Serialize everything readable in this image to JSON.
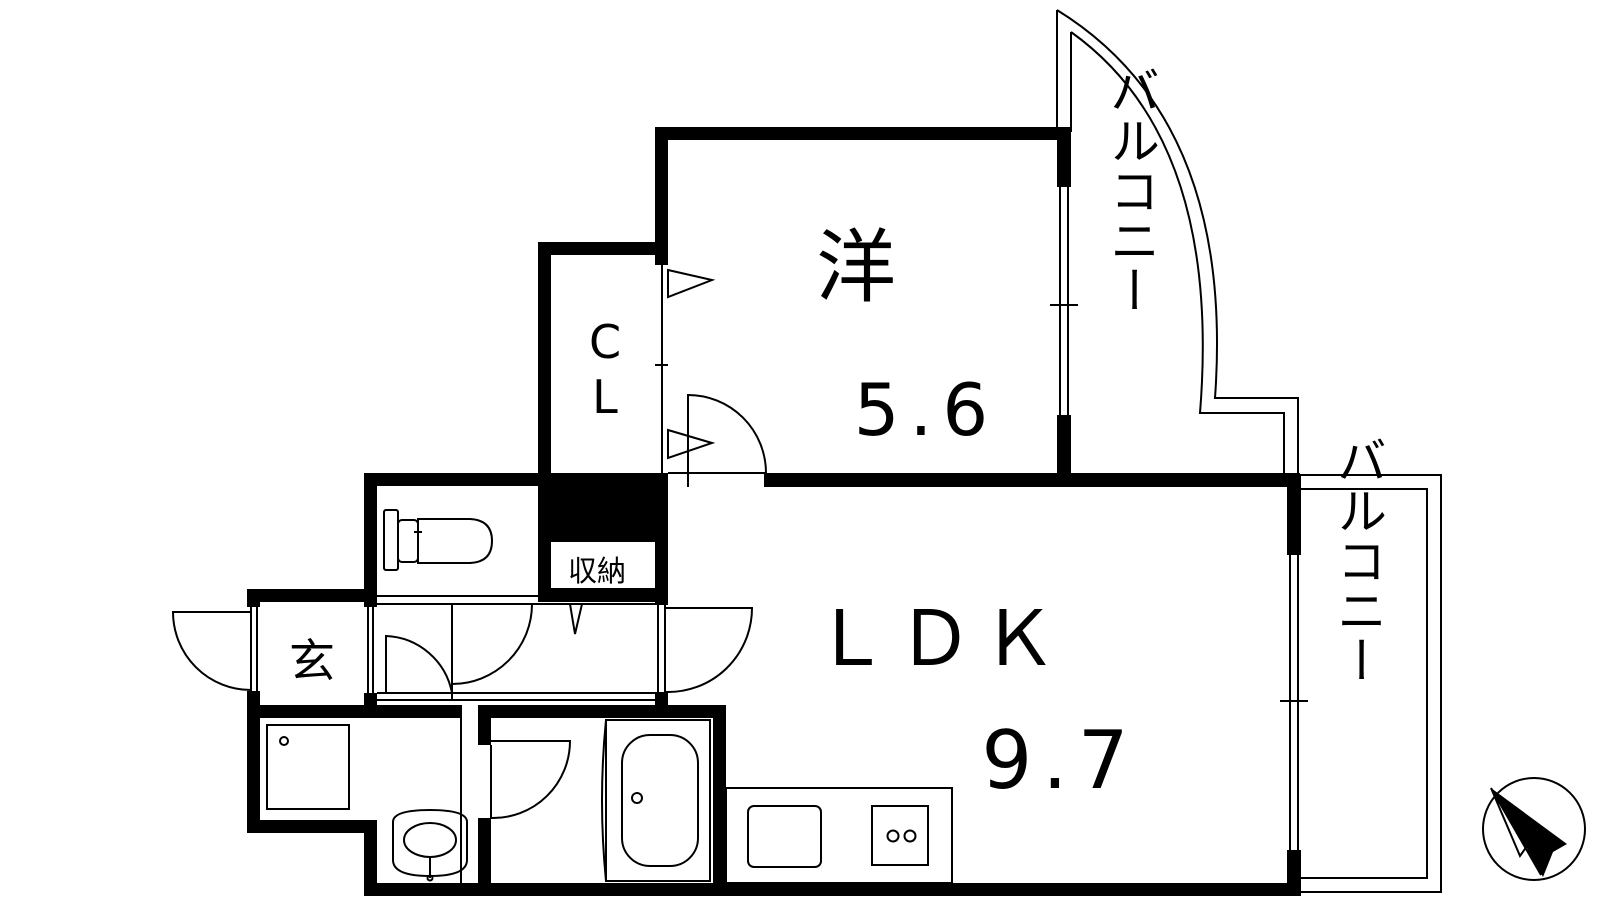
{
  "floorplan": {
    "rooms": {
      "western_room": {
        "name": "洋",
        "size": "5.6"
      },
      "closet": {
        "line1": "C",
        "line2": "L"
      },
      "storage": {
        "name": "収納"
      },
      "entrance": {
        "name": "玄"
      },
      "ldk": {
        "name": "ＬＤＫ",
        "size": "9.7"
      },
      "balcony_upper": {
        "name": "バルコニー"
      },
      "balcony_right": {
        "name": "バルコニー"
      }
    },
    "north_arrow": {
      "icon": "north-arrow-icon"
    },
    "colors": {
      "wall": "#000000",
      "line": "#000000",
      "background": "#ffffff"
    }
  }
}
